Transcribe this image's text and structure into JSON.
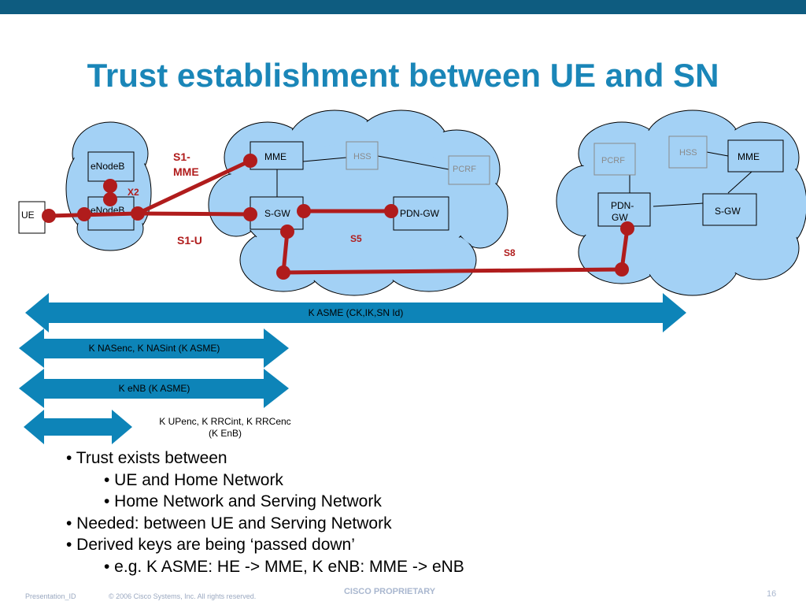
{
  "slide": {
    "title": "Trust establishment between UE and SN"
  },
  "diagram": {
    "nodes": {
      "ue": "UE",
      "enodeb_top": "eNodeB",
      "enodeb_bottom": "eNodeB",
      "mme_serving": "MME",
      "hss_serving": "HSS",
      "pcrf_serving": "PCRF",
      "sgw_serving": "S-GW",
      "pdngw_serving": "PDN-GW",
      "pcrf_home": "PCRF",
      "hss_home": "HSS",
      "mme_home": "MME",
      "pdngw_home_line1": "PDN-",
      "pdngw_home_line2": "GW",
      "sgw_home": "S-GW"
    },
    "links": {
      "s1mme_line1": "S1-",
      "s1mme_line2": "MME",
      "x2": "X2",
      "s1u": "S1-U",
      "s5": "S5",
      "s8": "S8"
    },
    "colors": {
      "cloud_fill": "#a3d1f5",
      "cloud_stroke": "#000000",
      "link_red": "#b01c1c",
      "arrow_blue": "#0d84b8",
      "title_blue": "#1a86b8"
    }
  },
  "key_arrows": {
    "kasme": "K ASME  (CK,IK,SN Id)",
    "knas": "K NASenc, K NASint (K ASME)",
    "kenb": "K eNB (K ASME)",
    "kup_line1": "K UPenc, K RRCint, K RRCenc",
    "kup_line2": "(K EnB)"
  },
  "bullets": [
    {
      "level": 1,
      "text": "• Trust exists between"
    },
    {
      "level": 2,
      "text": "• UE and Home Network"
    },
    {
      "level": 2,
      "text": "• Home Network and Serving Network"
    },
    {
      "level": 1,
      "text": "• Needed: between UE and Serving Network"
    },
    {
      "level": 1,
      "text": "• Derived keys are being ‘passed down’"
    },
    {
      "level": 2,
      "text": "• e.g. K ASME: HE -> MME, K eNB: MME -> eNB"
    }
  ],
  "footer": {
    "presentation_id": "Presentation_ID",
    "copyright": "© 2006 Cisco Systems, Inc. All rights reserved.",
    "proprietary": "CISCO PROPRIETARY",
    "page_number": "16"
  }
}
